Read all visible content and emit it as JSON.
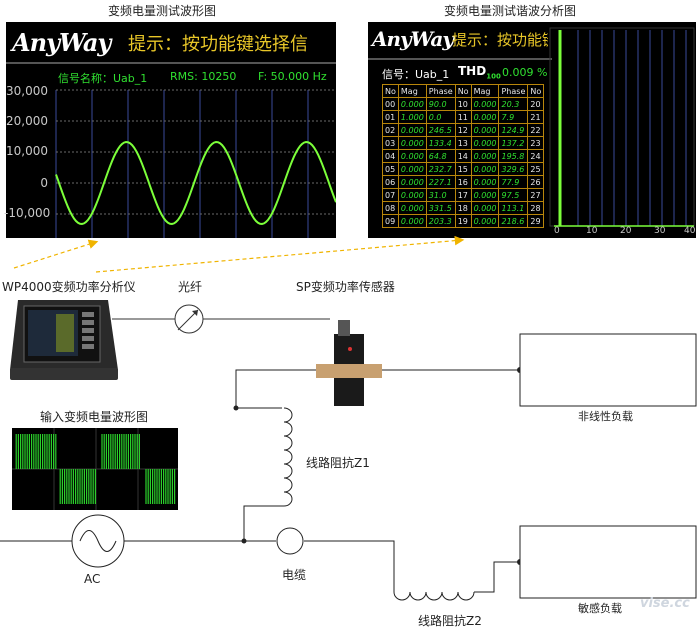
{
  "captions": {
    "waveform_title": "变频电量测试波形图",
    "spectrum_title": "变频电量测试谐波分析图",
    "analyzer": "WP4000变频功率分析仪",
    "fiber": "光纤",
    "sensor": "SP变频功率传感器",
    "input_wave": "输入变频电量波形图",
    "nonlinear_load": "非线性负载",
    "impedance_z1": "线路阻抗Z1",
    "ac": "AC",
    "cable": "电缆",
    "sensitive_load": "敏感负载",
    "impedance_z2": "线路阻抗Z2"
  },
  "waveform_screen": {
    "logo": "AnyWay",
    "hint": "提示：按功能键选择信",
    "signal_label": "信号名称：Uab_1",
    "rms_label": "RMS: 10250",
    "freq_label": "F: 50.000 Hz",
    "y_ticks": [
      "30,000",
      "20,000",
      "10,000",
      "0",
      "-10,000"
    ]
  },
  "spectrum_screen": {
    "logo": "AnyWay",
    "hint": "提示：按功能键",
    "signal_label": "信号：Uab_1",
    "thd_label": "THD",
    "thd_sub": "100",
    "thd_value": "0.009 %",
    "headers": [
      "No",
      "Mag",
      "Phase",
      "No",
      "Mag",
      "Phase",
      "No"
    ],
    "rows": [
      [
        "00",
        "0.000",
        "90.0",
        "10",
        "0.000",
        "20.3",
        "20"
      ],
      [
        "01",
        "1.000",
        "0.0",
        "11",
        "0.000",
        "7.9",
        "21"
      ],
      [
        "02",
        "0.000",
        "246.5",
        "12",
        "0.000",
        "124.9",
        "22"
      ],
      [
        "03",
        "0.000",
        "133.4",
        "13",
        "0.000",
        "137.2",
        "23"
      ],
      [
        "04",
        "0.000",
        "64.8",
        "14",
        "0.000",
        "195.8",
        "24"
      ],
      [
        "05",
        "0.000",
        "232.7",
        "15",
        "0.000",
        "329.6",
        "25"
      ],
      [
        "06",
        "0.000",
        "227.1",
        "16",
        "0.000",
        "77.9",
        "26"
      ],
      [
        "07",
        "0.000",
        "31.0",
        "17",
        "0.000",
        "97.5",
        "27"
      ],
      [
        "08",
        "0.000",
        "331.5",
        "18",
        "0.000",
        "113.1",
        "28"
      ],
      [
        "09",
        "0.000",
        "203.3",
        "19",
        "0.000",
        "218.6",
        "29"
      ]
    ],
    "x_ticks": [
      "0",
      "10",
      "20",
      "30",
      "40"
    ]
  },
  "watermark": "vise.cc"
}
